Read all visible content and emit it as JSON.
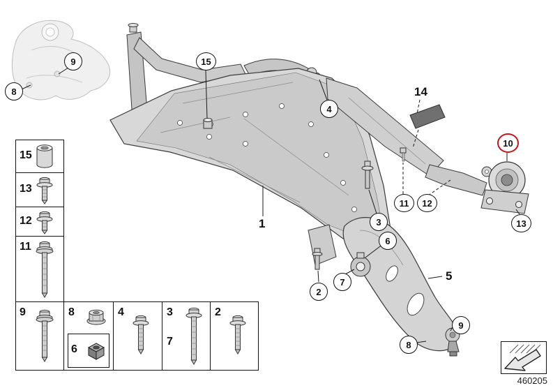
{
  "footer": {
    "doc_number": "460205"
  },
  "colors": {
    "highlight": "#c41414",
    "metal": "#d6d6d6",
    "metal_dark": "#8c8c8c",
    "outline": "#3a3a3a"
  },
  "callouts": {
    "c8a": "8",
    "c9a": "9",
    "c15": "15",
    "c4": "4",
    "c14": "14",
    "c10": "10",
    "c11": "11",
    "c12": "12",
    "c13": "13",
    "c3": "3",
    "c1": "1",
    "c6": "6",
    "c5": "5",
    "c7": "7",
    "c2": "2",
    "c9b": "9",
    "c8b": "8"
  },
  "legend": {
    "l15": "15",
    "l13": "13",
    "l12": "12",
    "l11": "11",
    "l9": "9",
    "l8": "8",
    "l6": "6",
    "l4": "4",
    "l3": "3",
    "l7": "7",
    "l2": "2"
  }
}
